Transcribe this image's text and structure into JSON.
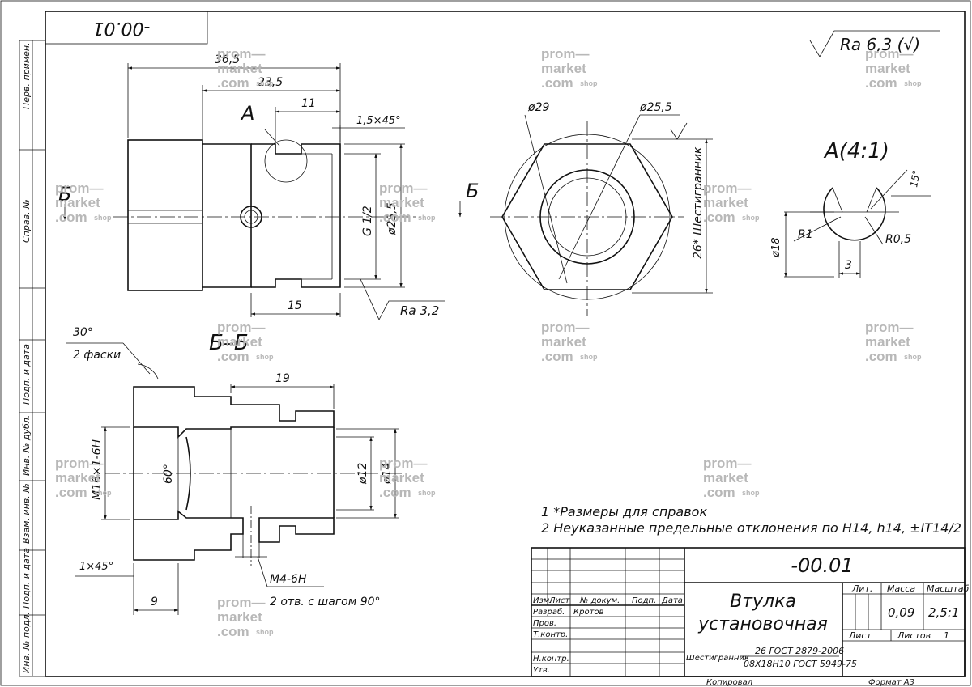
{
  "sheet": {
    "doc_code_rotated": "-00.01",
    "roughness_general": "Ra 6,3 (√)",
    "left_strip": [
      "Перв. примен.",
      "Справ. №",
      "Подп. и дата",
      "Инв. № дубл.",
      "Взам. инв. №",
      "Подп. и дата",
      "Инв. № подл."
    ]
  },
  "front_view": {
    "dim_36_5": "36,5",
    "dim_23_5": "23,5",
    "dim_11": "11",
    "chamfer": "1,5×45°",
    "dim_15": "15",
    "thread": "G 1/2",
    "dia_25_5": "ø25,5",
    "roughness": "Ra 3,2",
    "detail_mark": "А",
    "section_mark": "Б"
  },
  "side_view": {
    "dia_29": "ø29",
    "dia_25_5": "ø25,5",
    "hex_label": "26* Шестигранник"
  },
  "detail_a": {
    "title": "А(4:1)",
    "dia_18": "ø18",
    "r1": "R1",
    "r05": "R0,5",
    "dim_3": "3",
    "angle_15": "15°"
  },
  "section": {
    "title": "Б–Б",
    "angle_30": "30°",
    "chamfers": "2 фаски",
    "dim_19": "19",
    "thread_m16": "M16×1-6H",
    "angle_60": "60°",
    "dia_12": "ø12",
    "dia_14": "ø14",
    "chamfer_1x45": "1×45°",
    "dim_9": "9",
    "thread_m4": "M4-6H",
    "holes_note": "2 отв. с шагом 90°"
  },
  "notes": [
    "1  *Размеры для справок",
    "2  Неуказанные предельные отклонения по H14, h14, ±IT14/2"
  ],
  "title_block": {
    "designation": "-00.01",
    "name_line1": "Втулка",
    "name_line2": "установочная",
    "col_headers": [
      "Изм.",
      "Лист",
      "№ докум.",
      "Подп.",
      "Дата"
    ],
    "roles": [
      "Разраб.",
      "Пров.",
      "Т.контр.",
      "Н.контр.",
      "Утв."
    ],
    "developer": "Кротов",
    "lit_label": "Лит.",
    "mass_label": "Масса",
    "scale_label": "Масштаб",
    "mass": "0,09",
    "scale": "2,5:1",
    "sheet_label": "Лист",
    "sheets_label": "Листов",
    "sheets_count": "1",
    "material_label": "Шестигранник",
    "material_line1": "26 ГОСТ 2879-2006",
    "material_line2": "08Х18Н10 ГОСТ 5949-75",
    "copied": "Копировал",
    "format": "Формат    А3"
  },
  "watermark": {
    "line1": "prom—",
    "line2": "market",
    "line3": ".com",
    "shop": "shop"
  }
}
